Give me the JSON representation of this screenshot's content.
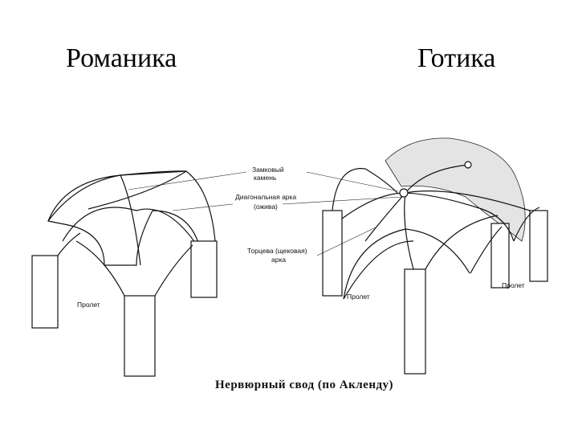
{
  "headings": {
    "left": "Романика",
    "right": "Готика"
  },
  "labels": {
    "keystone_line1": "Замковый",
    "keystone_line2": "камень",
    "diagonal_line1": "Диагональная арка",
    "diagonal_line2": "(ожива)",
    "transverse_line1": "Торцева (щековая)",
    "transverse_line2": "арка",
    "span_left": "Пролет",
    "span_mid": "Пролет",
    "span_right": "Пролет"
  },
  "caption": "Нервюрный свод (по Акленду)"
}
